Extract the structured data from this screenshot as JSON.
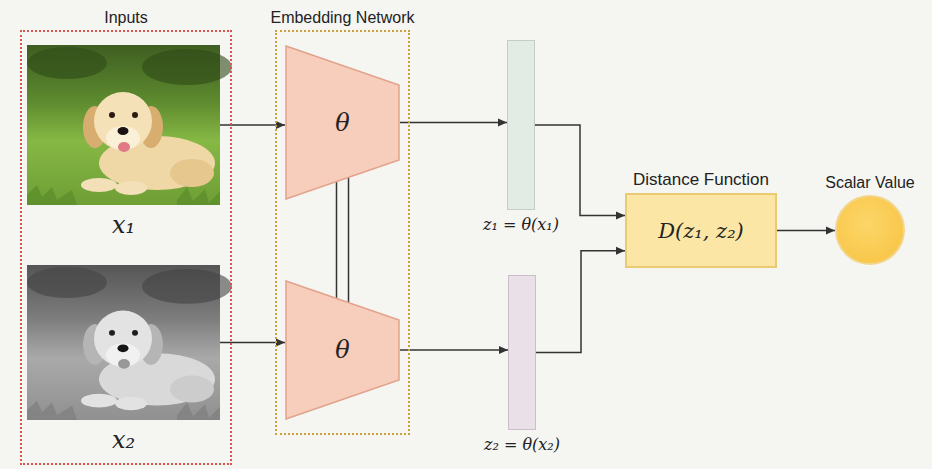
{
  "diagram": {
    "nodes": [
      {
        "text": [
          "Inputs"
        ]
      },
      {
        "text": [
          "x₁"
        ],
        "in": 0
      },
      {
        "text": [
          "x₂"
        ],
        "in": 0
      },
      {
        "text": [
          "Embedding Network"
        ]
      },
      {
        "text": [
          "θ"
        ],
        "in": 3
      },
      {
        "text": [
          "θ"
        ],
        "in": 3
      },
      {
        "text": [
          "z₁ = θ(x₁)"
        ]
      },
      {
        "text": [
          "z₂ = θ(x₂)"
        ]
      },
      {
        "text": [
          "Distance Function",
          "D(z₁, z₂)"
        ]
      },
      {
        "text": [
          "Scalar Value"
        ]
      }
    ],
    "edges": [
      {
        "from": 1,
        "to": 4,
        "arrow": "to"
      },
      {
        "from": 2,
        "to": 5,
        "arrow": "to"
      },
      {
        "from": 4,
        "to": 5,
        "arrow": "none"
      },
      {
        "from": 4,
        "to": 6,
        "arrow": "to"
      },
      {
        "from": 5,
        "to": 7,
        "arrow": "to"
      },
      {
        "from": 6,
        "to": 8,
        "arrow": "to"
      },
      {
        "from": 7,
        "to": 8,
        "arrow": "to"
      },
      {
        "from": 8,
        "to": 9,
        "arrow": "to"
      }
    ]
  }
}
